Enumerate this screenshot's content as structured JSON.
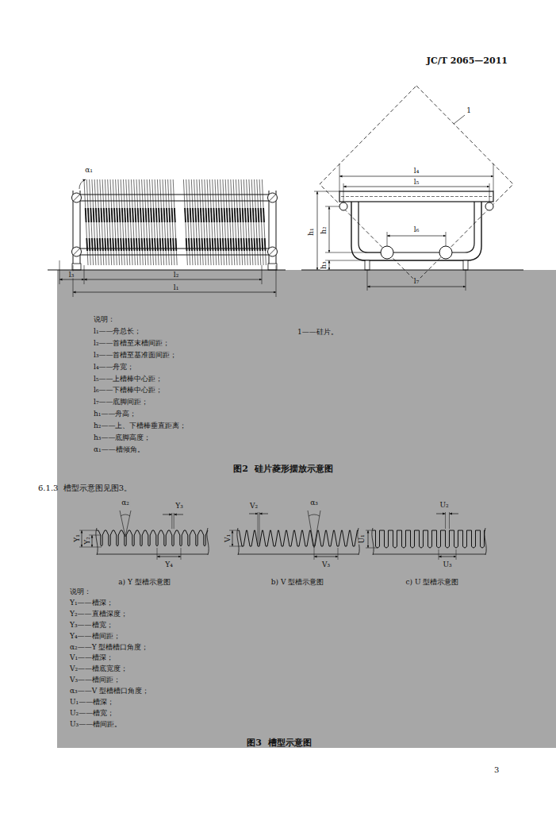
{
  "diagram": {
    "labels": [
      "JC/T 2065—2011",
      "α₁",
      "l₃",
      "l₂",
      "l₁",
      "1",
      "l₄",
      "l₅",
      "h₁",
      "h₂",
      "h₃",
      "l₆",
      "l₇",
      "说明：",
      "l₁——舟总长；",
      "l₂——首槽至末槽间距；",
      "l₃——首槽至基准面间距；",
      "l₄——舟宽；",
      "l₅——上槽棒中心距；",
      "l₆——下槽棒中心距；",
      "l₇——底脚间距；",
      "h₁——舟高；",
      "h₂——上、下槽棒垂直距离；",
      "h₃——底脚高度；",
      "α₁——槽倾角。",
      "1——硅片。",
      "图2  硅片菱形摆放示意图",
      "6.1.3  槽型示意图见图3。",
      "α₂",
      "Y₃",
      "Y₁",
      "Y₂",
      "Y₄",
      "a) Y 型槽示意图",
      "V₁",
      "V₂",
      "α₃",
      "V₃",
      "b) V 型槽示意图",
      "U₁",
      "U₂",
      "U₃",
      "c) U 型槽示意图",
      "说明：",
      "Y₁——槽深；",
      "Y₂——直槽深度；",
      "Y₃——槽宽；",
      "Y₄——槽间距；",
      "α₂——Y 型槽槽口角度；",
      "V₁——槽深；",
      "V₂——槽底宽度；",
      "V₃——槽间距；",
      "α₃——V 型槽槽口角度；",
      "U₁——槽深；",
      "U₂——槽宽；",
      "U₃——槽间距。",
      "图3  槽型示意图",
      "3"
    ]
  }
}
